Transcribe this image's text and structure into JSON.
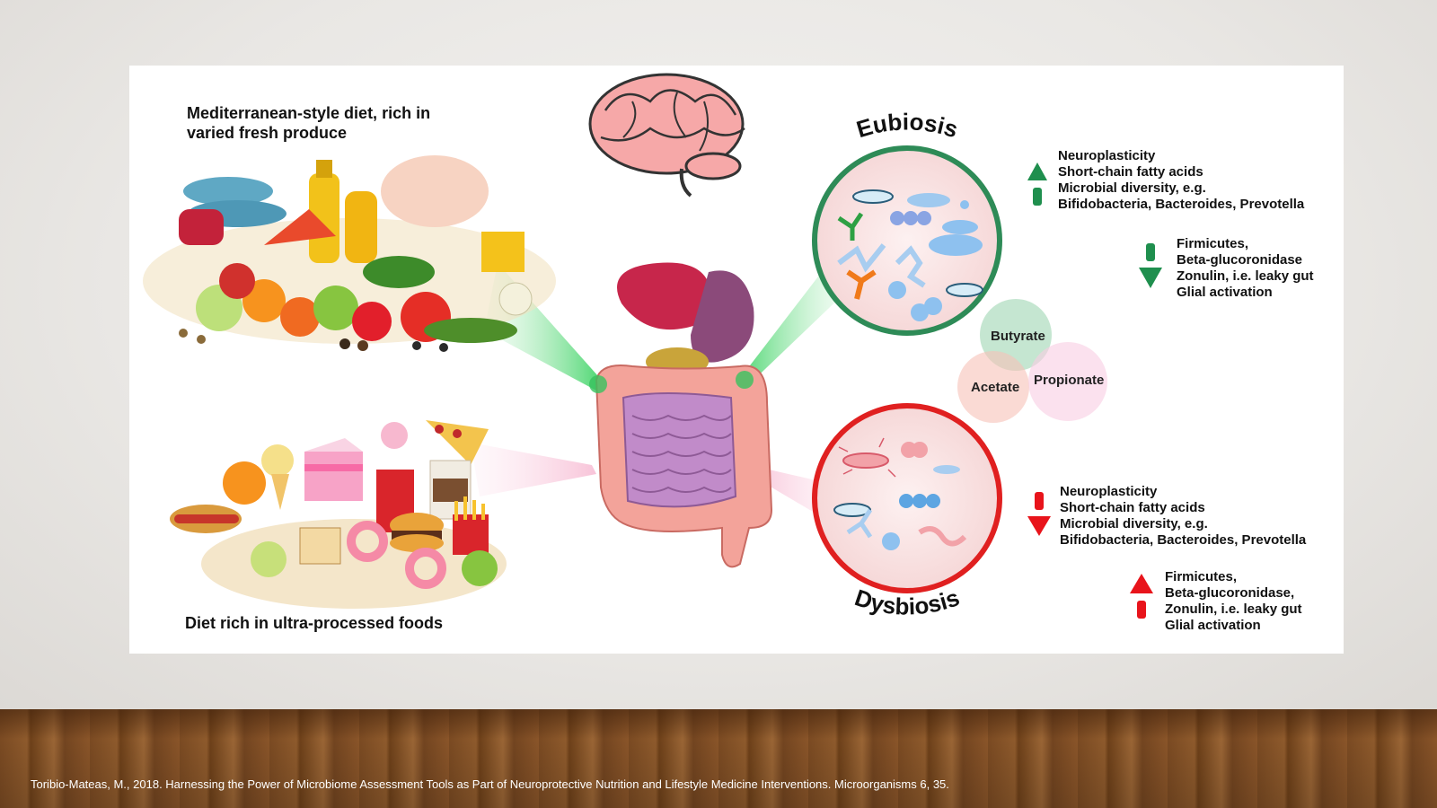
{
  "diagram": {
    "med_diet_title_line1": "Mediterranean-style diet, rich in",
    "med_diet_title_line2": "varied fresh produce",
    "processed_title": "Diet rich in ultra-processed foods",
    "eubiosis_label": "Eubiosis",
    "dysbiosis_label": "Dysbiosis",
    "eubiosis_up": [
      "Neuroplasticity",
      "Short-chain fatty acids",
      "Microbial diversity, e.g.",
      "Bifidobacteria, Bacteroides, Prevotella"
    ],
    "eubiosis_down": [
      "Firmicutes,",
      "Beta-glucoronidase",
      "Zonulin, i.e. leaky gut",
      "Glial activation"
    ],
    "dysbiosis_down": [
      "Neuroplasticity",
      "Short-chain fatty acids",
      "Microbial diversity, e.g.",
      "Bifidobacteria, Bacteroides, Prevotella"
    ],
    "dysbiosis_up": [
      "Firmicutes,",
      "Beta-glucoronidase,",
      "Zonulin, i.e. leaky gut",
      "Glial activation"
    ],
    "scfa": {
      "butyrate": "Butyrate",
      "acetate": "Acetate",
      "propionate": "Propionate"
    }
  },
  "colors": {
    "eubiosis": "#2e8b57",
    "dysbiosis": "#e02020",
    "up_green": "#1f8f4e",
    "down_red": "#e8141b"
  },
  "caption": "Toribio-Mateas, M., 2018. Harnessing the Power of Microbiome Assessment Tools as Part of Neuroprotective Nutrition and Lifestyle Medicine Interventions. Microorganisms 6, 35."
}
